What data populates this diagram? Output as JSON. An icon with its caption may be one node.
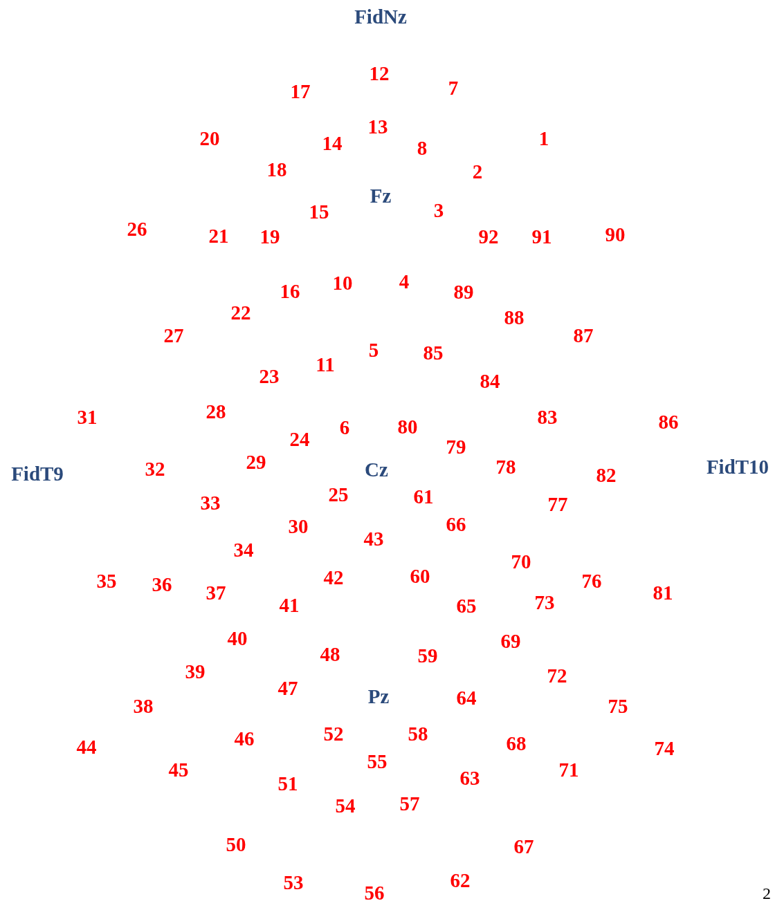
{
  "diagram": {
    "labels": [
      "FidNz",
      "12",
      "7",
      "17",
      "13",
      "20",
      "1",
      "14",
      "8",
      "18",
      "2",
      "Fz",
      "15",
      "3",
      "26",
      "90",
      "21",
      "19",
      "92",
      "91",
      "4",
      "10",
      "16",
      "89",
      "22",
      "88",
      "27",
      "87",
      "5",
      "85",
      "11",
      "23",
      "84",
      "28",
      "31",
      "83",
      "86",
      "80",
      "6",
      "24",
      "79",
      "29",
      "78",
      "FidT9",
      "Cz",
      "FidT10",
      "32",
      "82",
      "25",
      "61",
      "33",
      "77",
      "66",
      "30",
      "43",
      "34",
      "70",
      "42",
      "60",
      "35",
      "76",
      "36",
      "37",
      "81",
      "73",
      "41",
      "65",
      "40",
      "69",
      "48",
      "59",
      "39",
      "47",
      "72",
      "Pz",
      "64",
      "38",
      "75",
      "46",
      "52",
      "58",
      "68",
      "44",
      "74",
      "55",
      "45",
      "71",
      "51",
      "63",
      "57",
      "54",
      "50",
      "67",
      "62",
      "53",
      "56",
      "2"
    ]
  }
}
